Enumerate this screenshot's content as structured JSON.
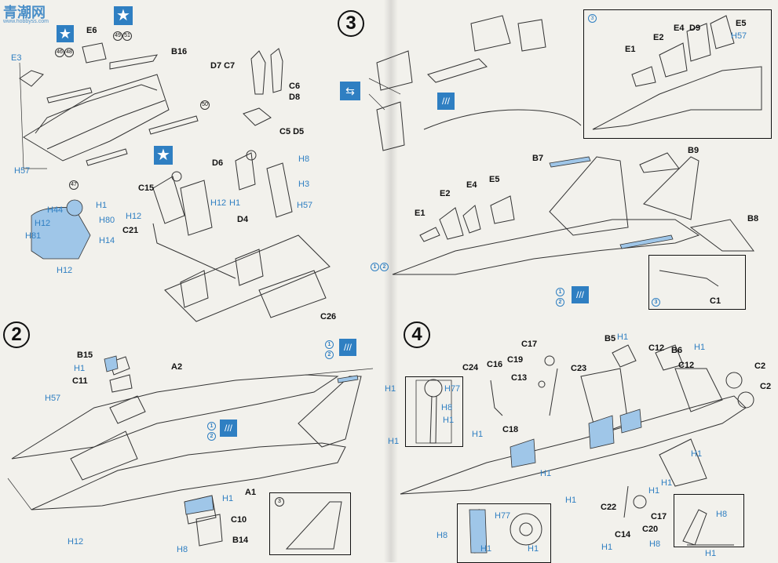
{
  "watermark": {
    "text": "青潮网",
    "sub": "www.hobbyss.com"
  },
  "steps": [
    "2",
    "3",
    "4"
  ],
  "colors": {
    "line": "#333333",
    "blue_part": "#9fc6e8",
    "accent": "#2f7fc2",
    "paper": "#f2f1ec"
  },
  "icons": {
    "star_decal": "white-star-blue-square",
    "view_arrow": "double-arrow-blue",
    "paint_stripe": "blue-stripe-chip"
  },
  "step1": {
    "top_left_parts": [
      "E3",
      "E6",
      "B16"
    ],
    "decal_refs": [
      "46",
      "48",
      "49",
      "51",
      "50",
      "47"
    ],
    "paint_refs": [
      "H57"
    ],
    "seat_parts": [
      "D7 C7",
      "C6",
      "D8",
      "C5 D5"
    ],
    "pilot_parts": [
      "D6",
      "C15",
      "D4",
      "C21",
      "C26"
    ],
    "pilot_paint": [
      "H8",
      "H3",
      "H57",
      "H12",
      "H12",
      "H1"
    ],
    "figure_paint": [
      "H44",
      "H1",
      "H12",
      "H80",
      "H81",
      "H14",
      "H12"
    ]
  },
  "step2": {
    "number": "2",
    "parts": [
      "B15",
      "C11",
      "A2",
      "A1",
      "C10",
      "B14"
    ],
    "paint": [
      "H1",
      "H57",
      "H1",
      "H8",
      "H12"
    ],
    "stripe_refs": [
      "1",
      "2"
    ],
    "fin_refs": [
      "1",
      "2"
    ],
    "inset_ref": "3"
  },
  "step3": {
    "number": "3",
    "inset_ref": "3",
    "inset_parts": [
      "E1",
      "E2",
      "E4",
      "D9",
      "E5"
    ],
    "inset_paint": "H57",
    "parts": [
      "B7",
      "B9",
      "E1",
      "E2",
      "E4",
      "E5",
      "B8",
      "C1"
    ],
    "nose_refs": [
      "1",
      "2"
    ],
    "stripe_refs": [
      "1",
      "2"
    ],
    "missile_ref": "3"
  },
  "step4": {
    "number": "4",
    "parts": [
      "C17",
      "B5",
      "C12",
      "B6",
      "C16",
      "C19",
      "C24",
      "C23",
      "C13",
      "C12",
      "C2",
      "C2",
      "C18",
      "C22",
      "C17",
      "C20",
      "C14"
    ],
    "paint": [
      "H1",
      "H1",
      "H1",
      "H1",
      "H1",
      "H1",
      "H1",
      "H1",
      "H1",
      "H8"
    ],
    "wheel_inset_paint": [
      "H1",
      "H77",
      "H8",
      "H1",
      "H1"
    ],
    "gear_inset_paint": [
      "H77",
      "H8",
      "H1",
      "H1"
    ],
    "hook_inset_paint": [
      "H8",
      "H1"
    ]
  }
}
